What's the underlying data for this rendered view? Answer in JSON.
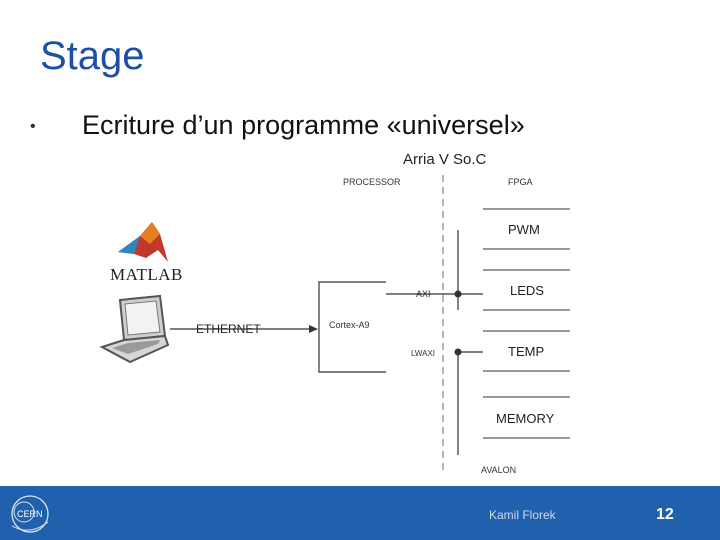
{
  "slide": {
    "title": "Stage",
    "bullet": "Ecriture d’un programme «universel»"
  },
  "diagram": {
    "header": "Arria V So.C",
    "processor_label": "PROCESSOR",
    "fpga_label": "FPGA",
    "matlab_logo_text": "MATLAB",
    "ethernet_label": "ETHERNET",
    "cpu_label": "Cortex-A9",
    "axi_label": "AXI",
    "lwaxi_label": "LWAXI",
    "avalon_label": "AVALON",
    "modules": [
      "PWM",
      "LEDS",
      "TEMP",
      "MEMORY"
    ]
  },
  "footer": {
    "logo_text": "CERN",
    "author": "Kamil Florek",
    "page_number": "12"
  },
  "colors": {
    "title": "#1f4fa0",
    "footer_bg": "#2060ad",
    "line": "#444444",
    "dashed": "#b0b0b0"
  }
}
